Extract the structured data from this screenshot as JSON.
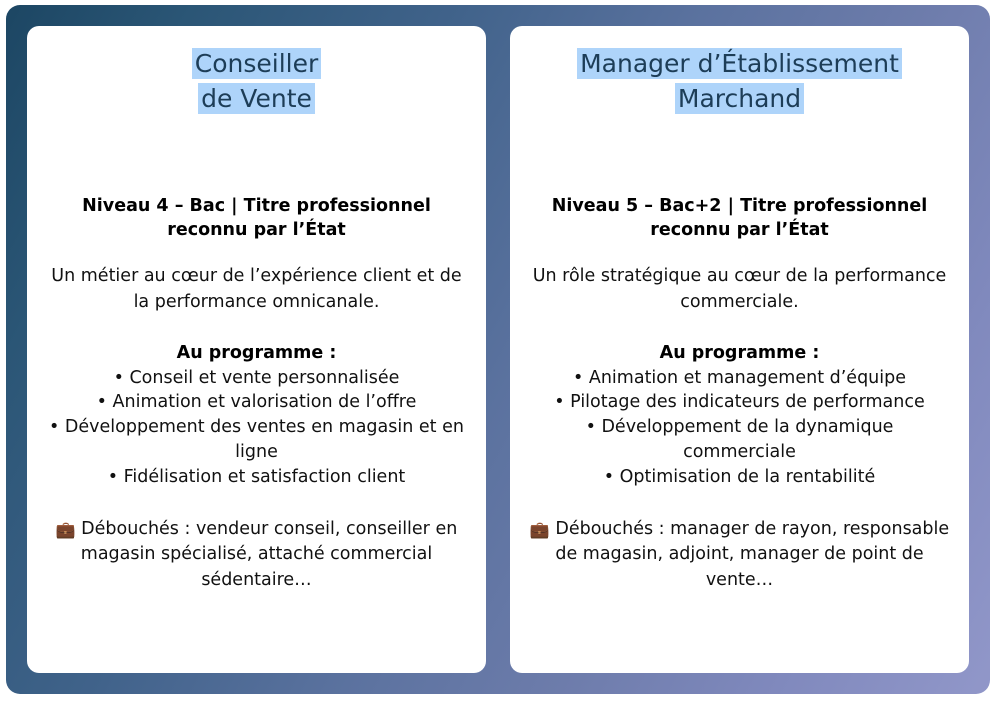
{
  "theme": {
    "panel_gradient_start": "#1c4663",
    "panel_gradient_end": "#9197c9",
    "card_background": "#ffffff",
    "title_highlight": "#aed4fa",
    "title_text": "#1d3d57",
    "body_text": "#111111"
  },
  "cards": [
    {
      "title_line1": "Conseiller",
      "title_line2": "de Vente",
      "level": "Niveau 4 – Bac | Titre professionnel reconnu par l’État",
      "intro": "Un métier au cœur de l’expérience client et de la performance omnicanale.",
      "program_heading": "Au programme :",
      "bullets": [
        "• Conseil et vente personnalisée",
        "• Animation et valorisation de l’offre",
        "• Développement des ventes en magasin et en ligne",
        "• Fidélisation et satisfaction client"
      ],
      "outcome_icon": "briefcase-icon",
      "outcome_glyph": "💼",
      "outcome": "Débouchés : vendeur conseil, conseiller en magasin spécialisé, attaché commercial sédentaire…"
    },
    {
      "title_line1": "Manager d’Établissement",
      "title_line2": "Marchand",
      "level": "Niveau 5 – Bac+2 | Titre professionnel reconnu par l’État",
      "intro": "Un rôle stratégique au cœur de la performance commerciale.",
      "program_heading": "Au programme :",
      "bullets": [
        "• Animation et management d’équipe",
        "• Pilotage des indicateurs de performance",
        "• Développement de la dynamique commerciale",
        "• Optimisation de la rentabilité"
      ],
      "outcome_icon": "briefcase-icon",
      "outcome_glyph": "💼",
      "outcome": "Débouchés : manager de rayon, responsable de magasin, adjoint, manager de point de vente…"
    }
  ]
}
